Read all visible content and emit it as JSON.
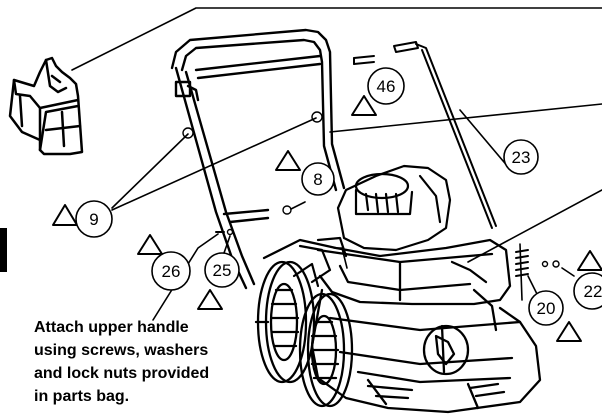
{
  "callouts": {
    "c9": "9",
    "c46": "46",
    "c8": "8",
    "c23": "23",
    "c26": "26",
    "c25": "25",
    "c20": "20",
    "c22": "22"
  },
  "instruction": {
    "line1": "Attach upper handle",
    "line2": "using screws, washers",
    "line3": "and lock nuts provided",
    "line4": "in parts bag."
  },
  "icons": [
    "warning-triangle-icon",
    "grass-bag-chute-icon"
  ],
  "colors": {
    "ink": "#000000",
    "paper": "#ffffff"
  }
}
